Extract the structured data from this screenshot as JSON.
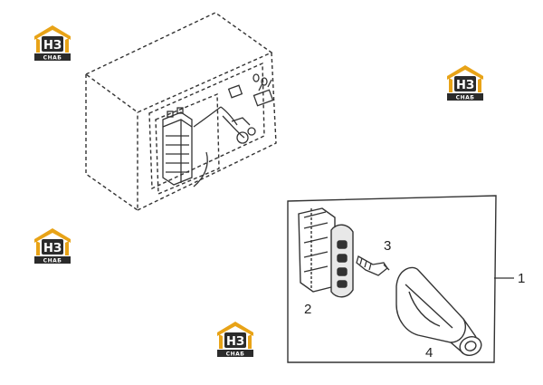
{
  "diagram": {
    "callouts": [
      {
        "id": "1",
        "text": "1"
      },
      {
        "id": "2",
        "text": "2"
      },
      {
        "id": "3",
        "text": "3"
      },
      {
        "id": "4",
        "text": "4"
      }
    ]
  },
  "watermark": {
    "logo_text": "НЗ",
    "logo_subtext": "СНАБ",
    "colors": {
      "roof": "#e8a317",
      "plate": "#2b2b2b",
      "text": "#ffffff"
    }
  },
  "colors": {
    "line": "#333333",
    "background": "#ffffff"
  }
}
